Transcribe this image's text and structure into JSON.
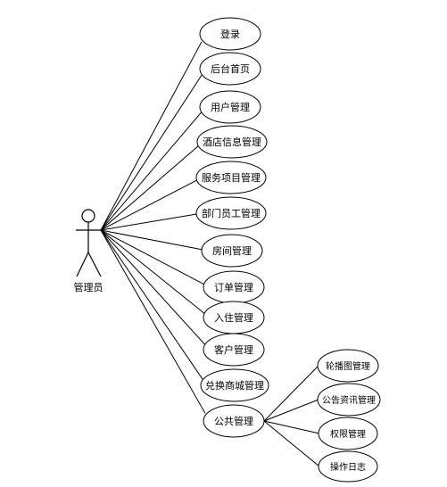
{
  "diagram": {
    "type": "use-case",
    "actor": {
      "name": "管理员",
      "icon": "stick-figure-icon"
    },
    "use_cases": [
      "登录",
      "后台首页",
      "用户管理",
      "酒店信息管理",
      "服务项目管理",
      "部门员工管理",
      "房间管理",
      "订单管理",
      "入住管理",
      "客户管理",
      "兑换商城管理",
      "公共管理"
    ],
    "sub_use_cases": {
      "parent": "公共管理",
      "items": [
        "轮播图管理",
        "公告资讯管理",
        "权限管理",
        "操作日志"
      ]
    },
    "colors": {
      "stroke": "#000000",
      "fill": "#ffffff"
    }
  }
}
